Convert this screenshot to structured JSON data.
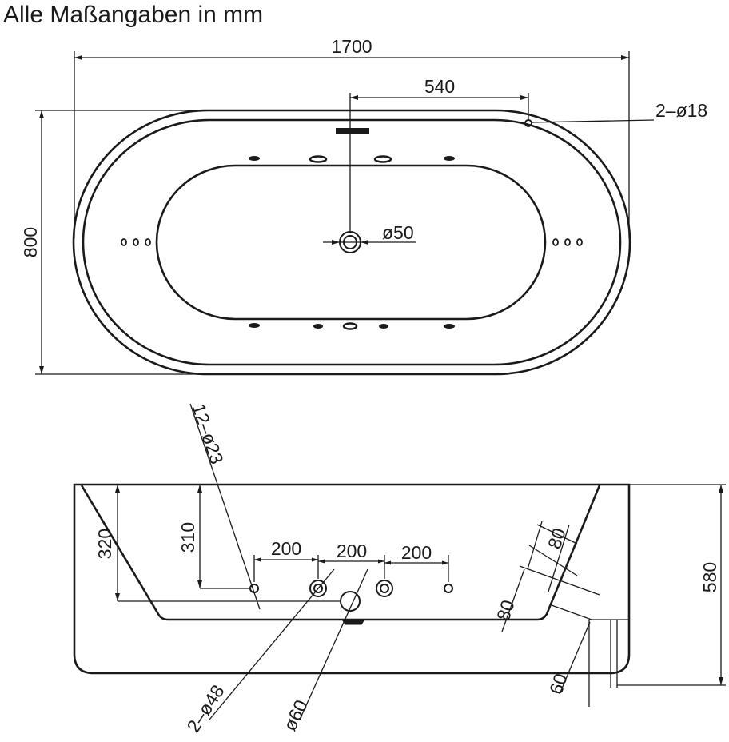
{
  "caption": "Alle Maßangaben in mm",
  "top_view": {
    "overall_length": "1700",
    "overall_width": "800",
    "overflow_offset": "540",
    "tap_holes": "2–ø18",
    "drain": "ø50"
  },
  "side_view": {
    "jet_holes": "12–ø23",
    "depth_left": "320",
    "depth_jets": "310",
    "spacing_1": "200",
    "spacing_2": "200",
    "spacing_3": "200",
    "height": "580",
    "side_dim_a": "80",
    "side_dim_b": "80",
    "side_dim_c": "60",
    "large_holes": "2–ø48",
    "drain_hole": "ø60"
  }
}
